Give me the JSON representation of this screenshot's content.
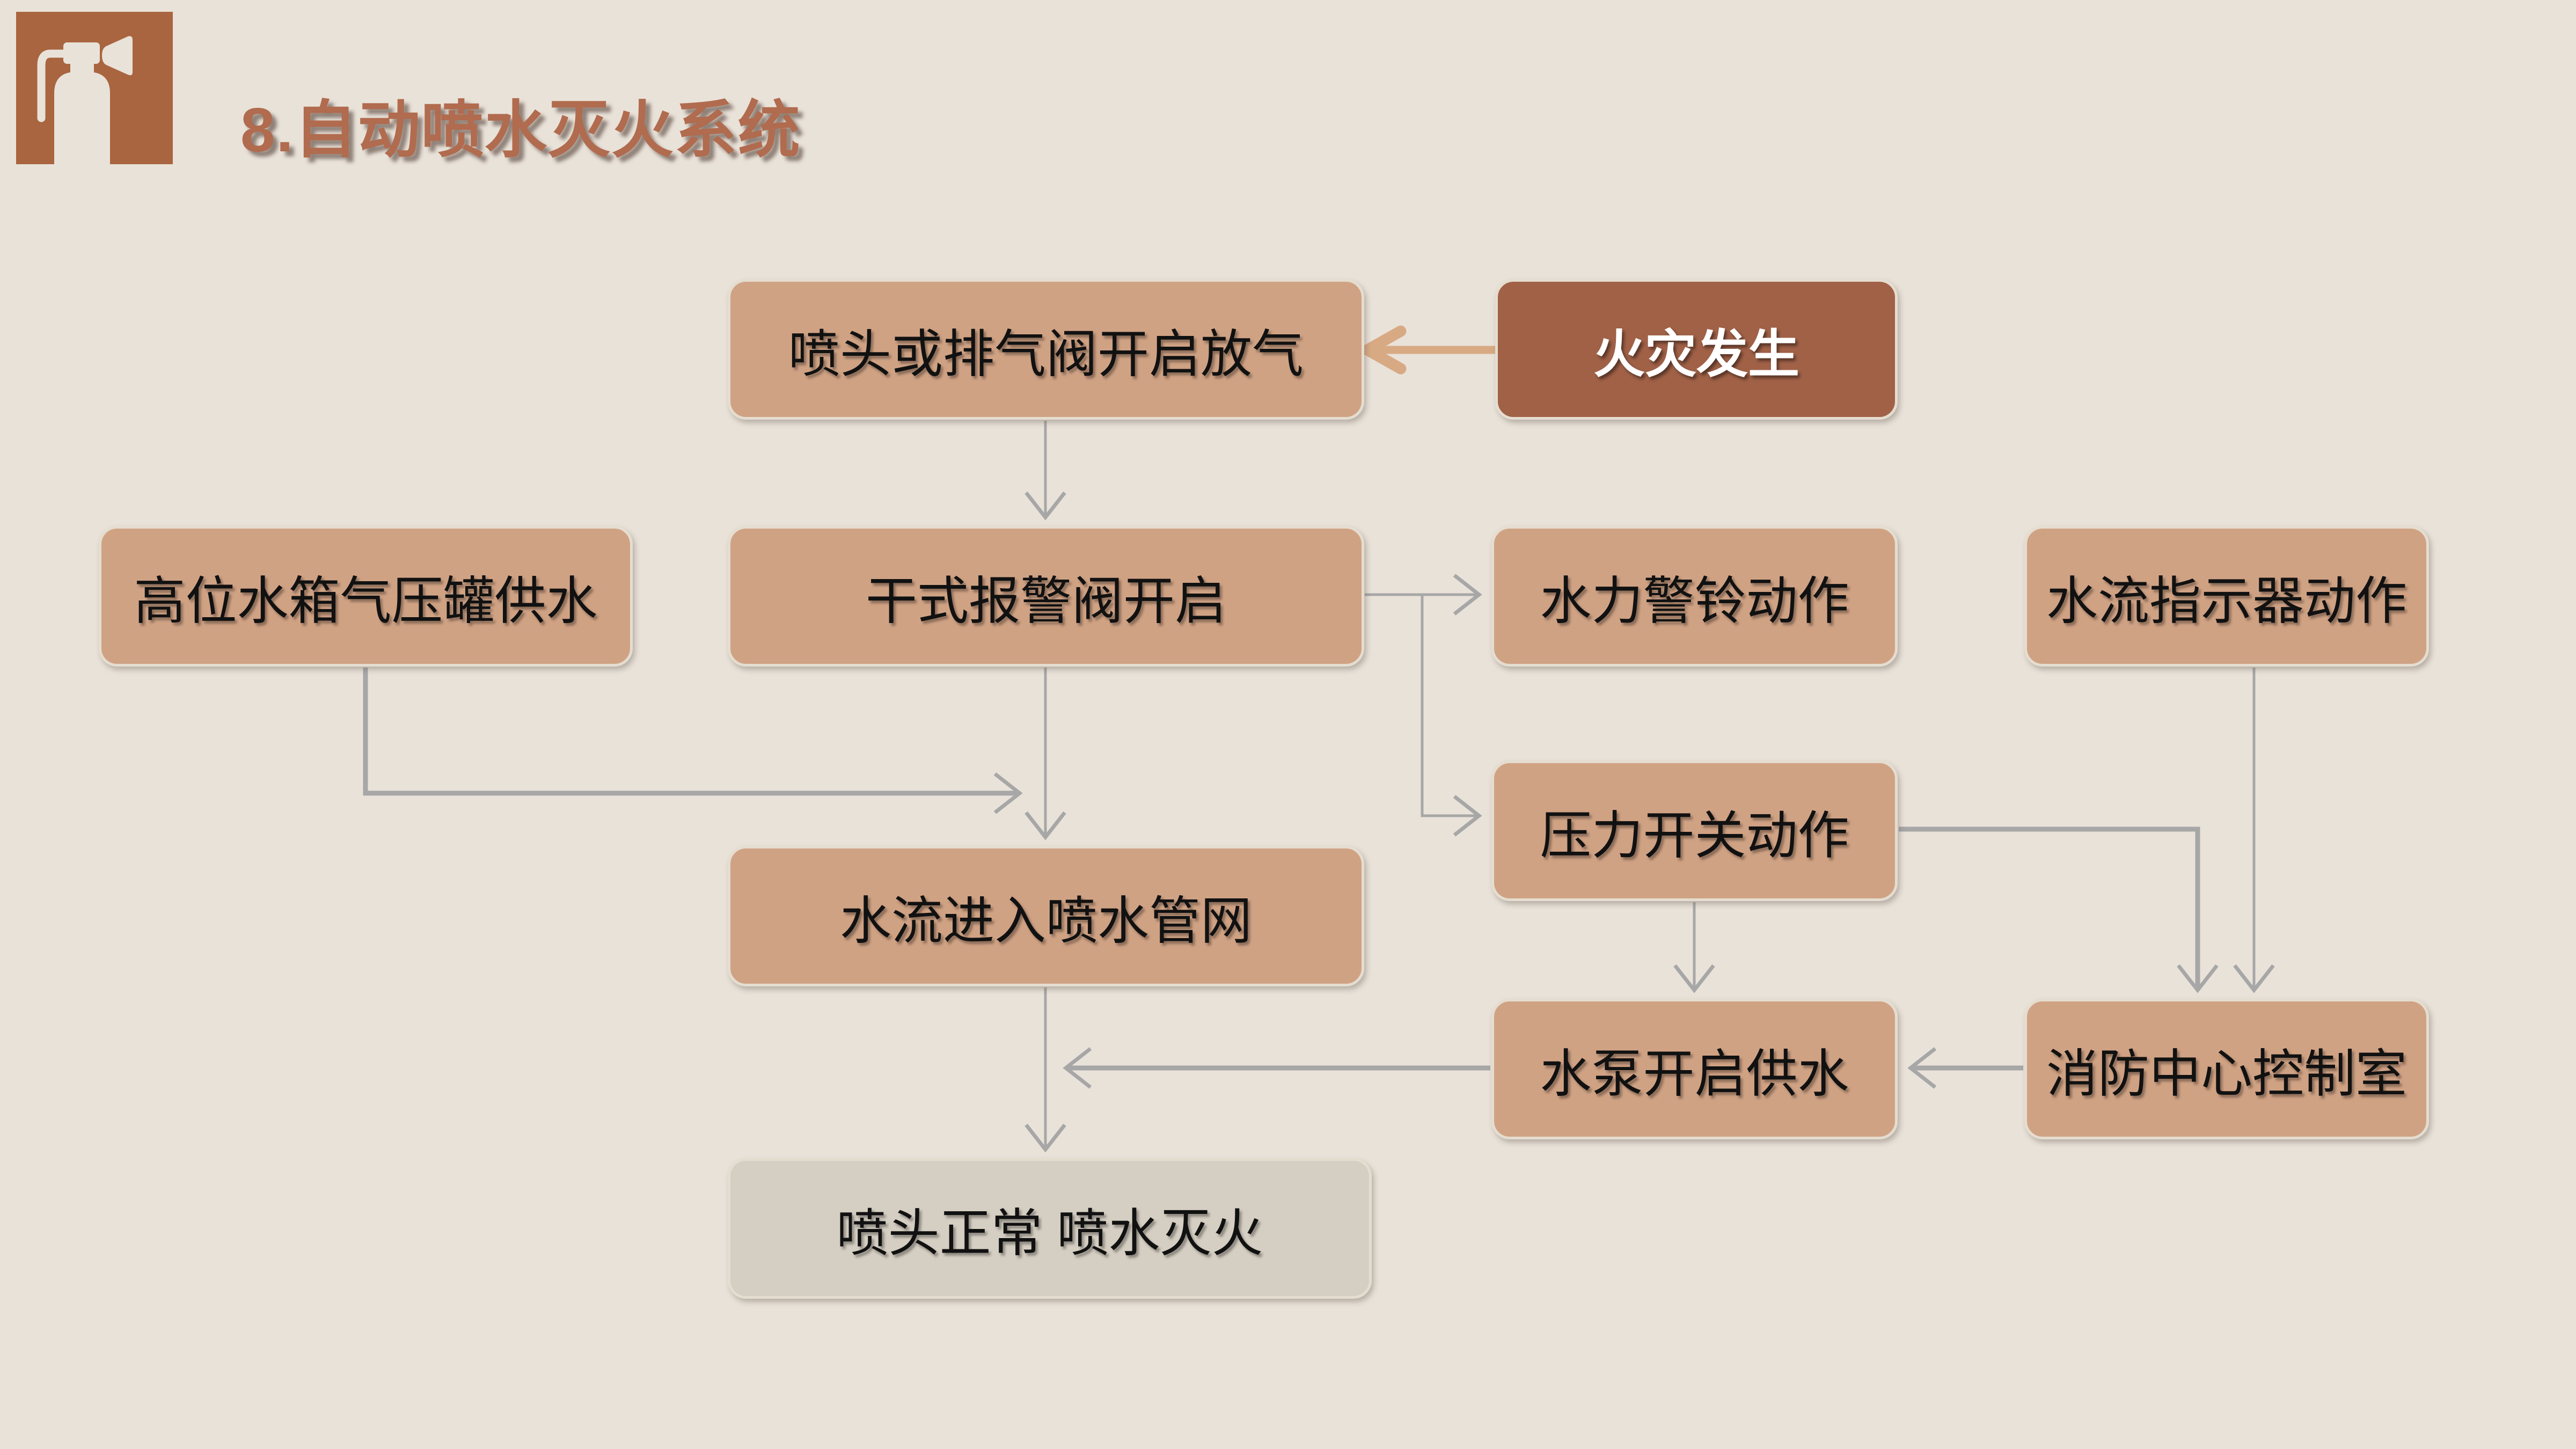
{
  "header": {
    "title": "8.自动喷水灭火系统",
    "icon": "fire-extinguisher-icon"
  },
  "colors": {
    "background": "#e9e2d9",
    "title_text": "#b16b4e",
    "icon_background": "#a96540",
    "icon_glyph": "#e9e2d9",
    "node_fill": "#d0a284",
    "node_border": "#e5ddcf",
    "node_text": "#111111",
    "highlight_node_fill": "#a06147",
    "highlight_node_text": "#ffffff",
    "result_node_fill": "#d5cec2",
    "connector_gray": "#a7a7a7",
    "highlight_arrow_tan": "#d8aa84"
  },
  "nodes": [
    {
      "id": "sprinkler-vent",
      "label": "喷头或排气阀开启放气",
      "style": "normal"
    },
    {
      "id": "fire-occurs",
      "label": "火灾发生",
      "style": "highlight"
    },
    {
      "id": "elevated-tank",
      "label": "高位水箱气压罐供水",
      "style": "normal"
    },
    {
      "id": "dry-valve",
      "label": "干式报警阀开启",
      "style": "normal"
    },
    {
      "id": "hydraulic-bell",
      "label": "水力警铃动作",
      "style": "normal"
    },
    {
      "id": "flow-indicator",
      "label": "水流指示器动作",
      "style": "normal"
    },
    {
      "id": "pressure-switch",
      "label": "压力开关动作",
      "style": "normal"
    },
    {
      "id": "water-network",
      "label": "水流进入喷水管网",
      "style": "normal"
    },
    {
      "id": "pump-start",
      "label": "水泵开启供水",
      "style": "normal"
    },
    {
      "id": "control-room",
      "label": "消防中心控制室",
      "style": "normal"
    },
    {
      "id": "sprinkler-normal",
      "label": "喷头正常 喷水灭火",
      "style": "result"
    }
  ],
  "edges": [
    {
      "from": "fire-occurs",
      "to": "sprinkler-vent",
      "style": "tan-thick"
    },
    {
      "from": "sprinkler-vent",
      "to": "dry-valve",
      "style": "gray"
    },
    {
      "from": "dry-valve",
      "to": "hydraulic-bell",
      "style": "gray"
    },
    {
      "from": "dry-valve",
      "to": "pressure-switch",
      "style": "gray"
    },
    {
      "from": "elevated-tank",
      "to": "water-network",
      "style": "gray-thick"
    },
    {
      "from": "dry-valve",
      "to": "water-network",
      "style": "gray"
    },
    {
      "from": "pressure-switch",
      "to": "pump-start",
      "style": "gray"
    },
    {
      "from": "pressure-switch",
      "to": "control-room",
      "style": "gray-thick"
    },
    {
      "from": "flow-indicator",
      "to": "control-room",
      "style": "gray"
    },
    {
      "from": "control-room",
      "to": "pump-start",
      "style": "gray-thick"
    },
    {
      "from": "pump-start",
      "to": "sprinkler-normal",
      "style": "gray-thick"
    },
    {
      "from": "water-network",
      "to": "sprinkler-normal",
      "style": "gray"
    }
  ]
}
